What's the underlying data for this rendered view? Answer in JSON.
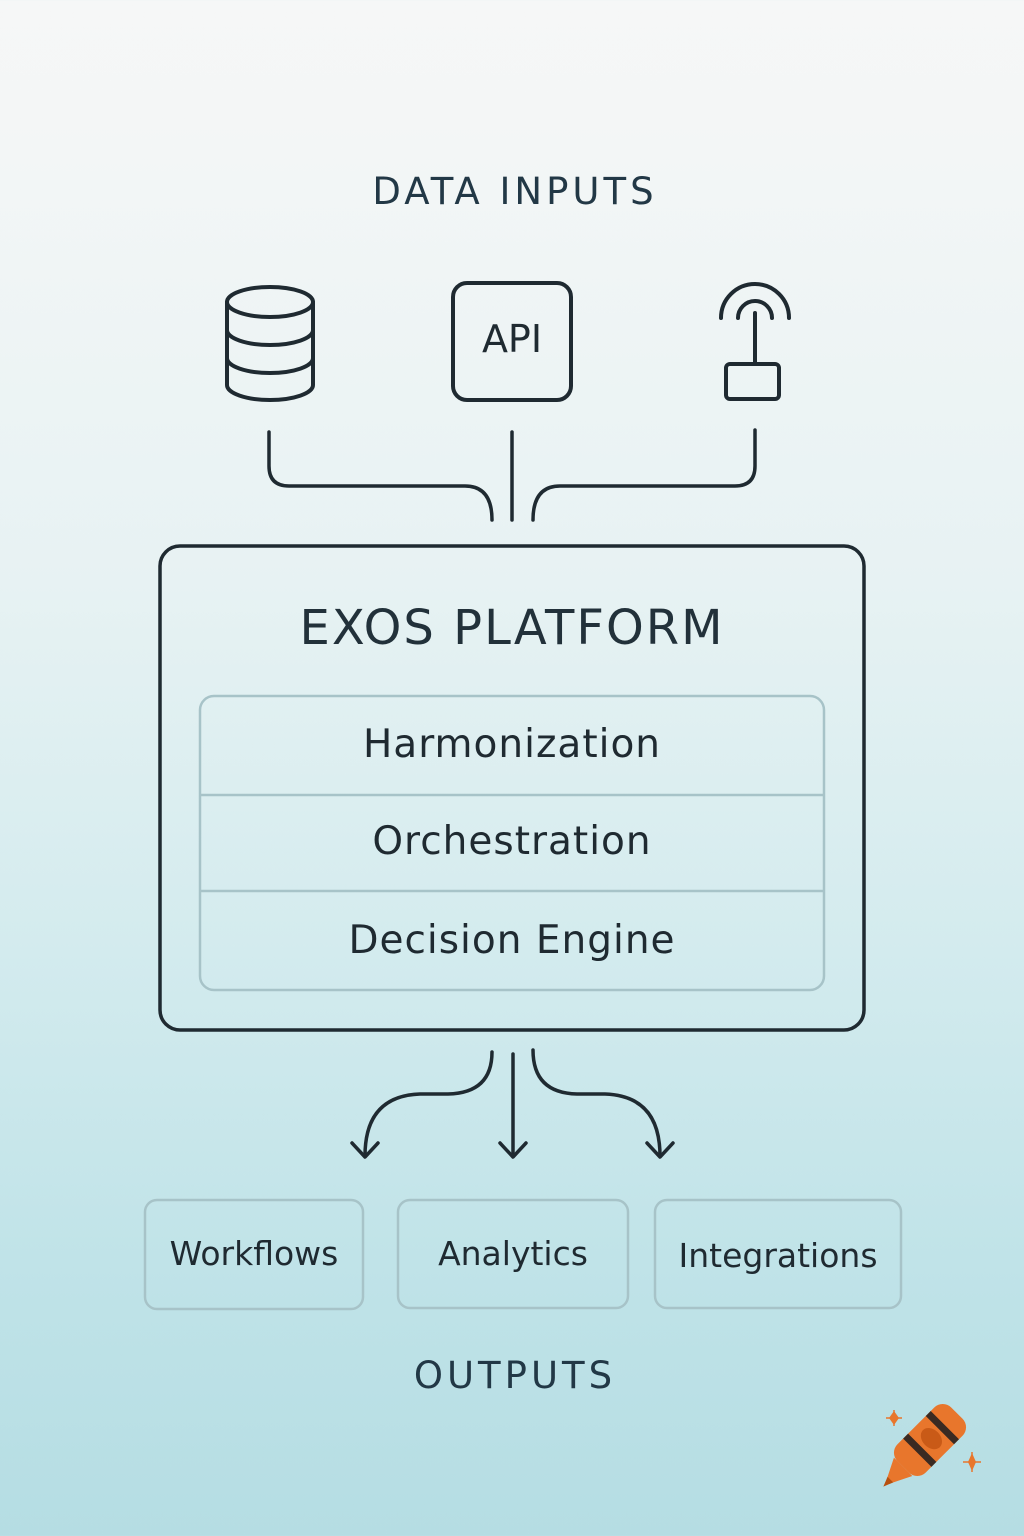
{
  "inputs": {
    "heading": "DATA INPUTS",
    "sources": [
      {
        "icon": "database-icon"
      },
      {
        "icon": "api-icon",
        "label": "API"
      },
      {
        "icon": "sensor-icon"
      }
    ]
  },
  "platform": {
    "title": "EXOS PLATFORM",
    "layers": [
      "Harmonization",
      "Orchestration",
      "Decision Engine"
    ]
  },
  "outputs": {
    "heading": "OUTPUTS",
    "items": [
      "Workflows",
      "Analytics",
      "Integrations"
    ]
  },
  "decoration": {
    "icon": "crayon-icon",
    "accent": "#e8762c"
  }
}
